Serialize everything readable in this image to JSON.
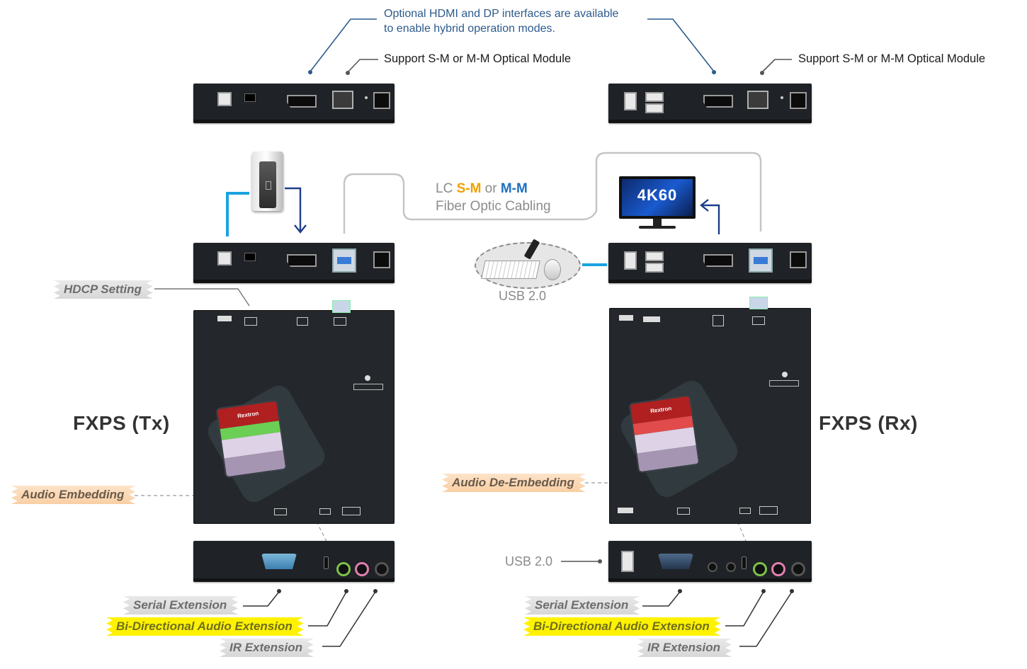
{
  "callouts": {
    "optional_interfaces_line1": "Optional HDMI and DP interfaces are available",
    "optional_interfaces_line2": "to enable hybrid operation modes.",
    "optical_module_left": "Support S-M or M-M Optical Module",
    "optical_module_right": "Support S-M or M-M Optical Module"
  },
  "cabling": {
    "prefix": "LC ",
    "sm": "S-M",
    "or": " or ",
    "mm": "M-M",
    "line2": "Fiber Optic Cabling"
  },
  "monitor_badge": "4K60",
  "usb_labels": {
    "peripherals": "USB 2.0",
    "rx_front": "USB 2.0"
  },
  "titles": {
    "tx": "FXPS (Tx)",
    "rx": "FXPS (Rx)"
  },
  "tags": {
    "hdcp": "HDCP Setting",
    "audio_embedding": "Audio Embedding",
    "audio_de_embedding": "Audio De-Embedding",
    "serial_tx": "Serial Extension",
    "audio_bidir_tx": "Bi-Directional Audio Extension",
    "ir_tx": "IR Extension",
    "serial_rx": "Serial Extension",
    "audio_bidir_rx": "Bi-Directional Audio Extension",
    "ir_rx": "IR Extension"
  },
  "badge_text": {
    "brand": "Rextron"
  },
  "colors": {
    "callout_blue": "#2d5b8c",
    "sm_orange": "#f2a000",
    "mm_blue": "#1f6fc1",
    "usb_cable_cyan": "#1aa3e0",
    "arrow_navy": "#1d3f8a",
    "fiber_gray": "#bdbdbd",
    "unit_body": "#1f2226",
    "tag_yellow": "#fff200",
    "tag_orange": "#f9cfa4",
    "tag_gray": "#dcdcdc"
  },
  "icons": [
    "usb-b-port-icon",
    "dip-switch-icon",
    "displayport-icon",
    "sfp-cage-icon",
    "dc-power-icon",
    "usb-a-port-icon",
    "db9-serial-icon",
    "audio-jack-icon",
    "usb-drive-icon",
    "keyboard-icon",
    "mouse-icon",
    "monitor-icon"
  ]
}
